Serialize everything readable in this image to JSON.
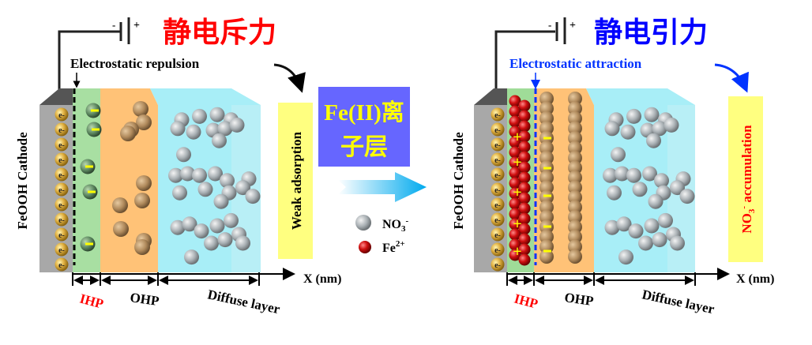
{
  "left_panel": {
    "title": "静电斥力",
    "caption": "Electrostatic repulsion",
    "cathode_label": "FeOOH Cathode",
    "electron_label": "e-",
    "side_box": "Weak adsorption",
    "axis_label": "X (nm)",
    "regions": [
      "IHP",
      "OHP",
      "Diffuse layer"
    ],
    "battery": {
      "minus": "-",
      "plus": "+"
    }
  },
  "middle": {
    "box_line1": "Fe(II)离",
    "box_line2": "子层",
    "legend": [
      {
        "label": "NO",
        "sub": "3",
        "sup": "-"
      },
      {
        "label": "Fe",
        "sub": "",
        "sup": "2+"
      }
    ]
  },
  "right_panel": {
    "title": "静电引力",
    "caption": "Electrostatic attraction",
    "cathode_label": "FeOOH Cathode",
    "electron_label": "e-",
    "side_box": {
      "pre": "NO",
      "sub": "3",
      "sup": "-",
      "post": " accumulation"
    },
    "axis_label": "X (nm)",
    "regions": [
      "IHP",
      "OHP",
      "Diffuse layer"
    ],
    "battery": {
      "minus": "-",
      "plus": "+"
    },
    "plus_sign": "+",
    "minus_sign": "−"
  },
  "colors": {
    "repulsion_title": "#ff0000",
    "attraction_title": "#0000ff",
    "box_bg": "#6666ff",
    "box_text": "#ffff00",
    "side_box": "#ffff80",
    "ihp_label": "#ff0000",
    "accumulation_text": "#ff0000"
  }
}
